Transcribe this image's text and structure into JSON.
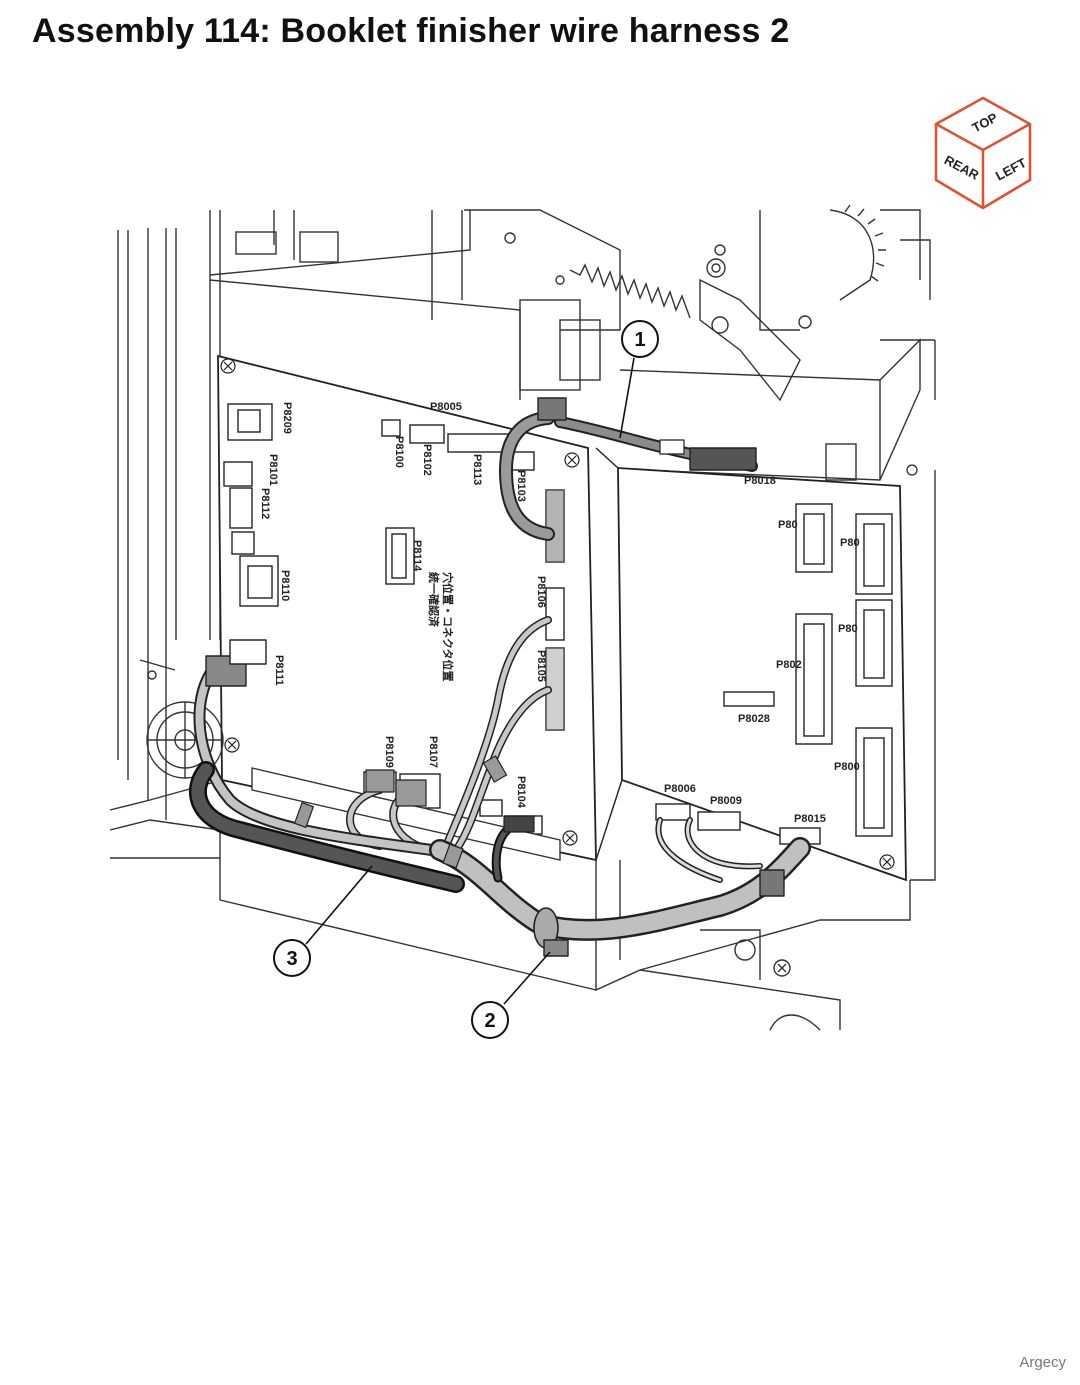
{
  "page": {
    "title": "Assembly 114: Booklet finisher wire harness 2",
    "watermark": "Argecy"
  },
  "orientation": {
    "top": "TOP",
    "rear": "REAR",
    "left": "LEFT",
    "accent_color": "#e0502a"
  },
  "callouts": [
    "1",
    "2",
    "3"
  ],
  "connectors": {
    "p8209": "P8209",
    "p8005": "P8005",
    "p8100": "P8100",
    "p8102": "P8102",
    "p8113": "P8113",
    "p8103": "P8103",
    "p8101": "P8101",
    "p8112": "P8112",
    "p8114": "P8114",
    "p8110": "P8110",
    "p8106": "P8106",
    "p8105": "P8105",
    "p8111": "P8111",
    "p8109": "P8109",
    "p8107": "P8107",
    "p8104": "P8104",
    "p8018": "P8018",
    "p80a": "P80",
    "p80b": "P80",
    "p80c": "P80",
    "p802": "P802",
    "p8028": "P8028",
    "p800": "P800",
    "p8006": "P8006",
    "p8009": "P8009",
    "p8015": "P8015"
  },
  "board_notes": {
    "note1": "穴位置・コネクタ位置",
    "note2": "統一確認済"
  }
}
